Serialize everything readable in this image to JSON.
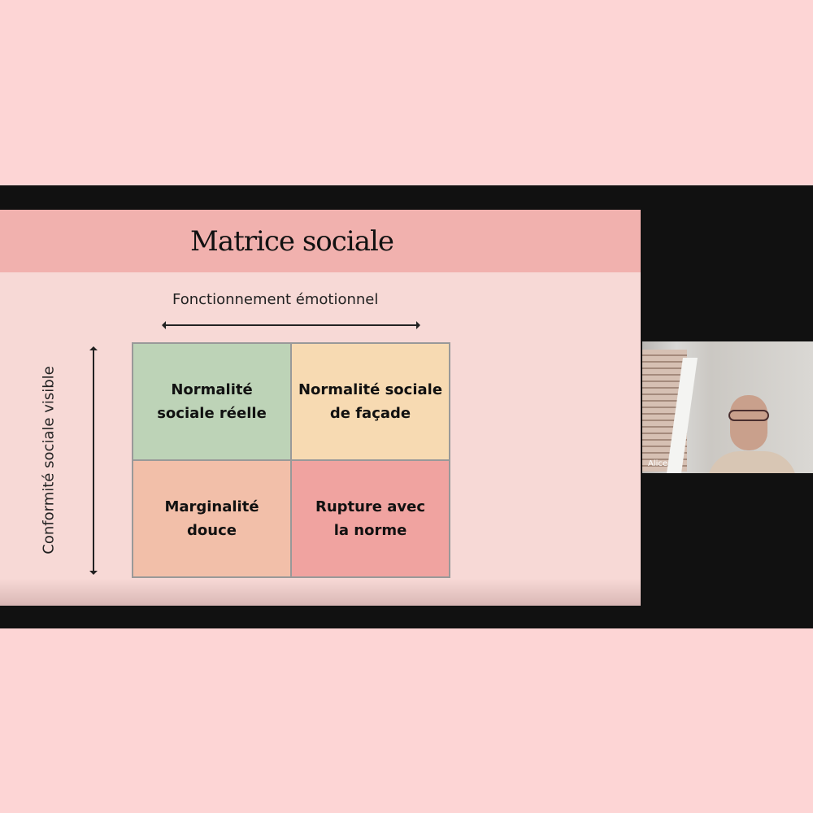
{
  "slide": {
    "title": "Matrice sociale",
    "x_axis_label": "Fonctionnement émotionnel",
    "y_axis_label": "Conformité sociale visible",
    "quadrants": [
      {
        "label_line1": "Normalité",
        "label_line2": "sociale réelle",
        "color": "#bdd3b7"
      },
      {
        "label_line1": "Normalité sociale",
        "label_line2": "de façade",
        "color": "#f7dab2"
      },
      {
        "label_line1": "Marginalité",
        "label_line2": "douce",
        "color": "#f2bfa9"
      },
      {
        "label_line1": "Rupture avec",
        "label_line2": "la norme",
        "color": "#f0a3a0"
      }
    ]
  },
  "participant": {
    "name": "Alice"
  }
}
